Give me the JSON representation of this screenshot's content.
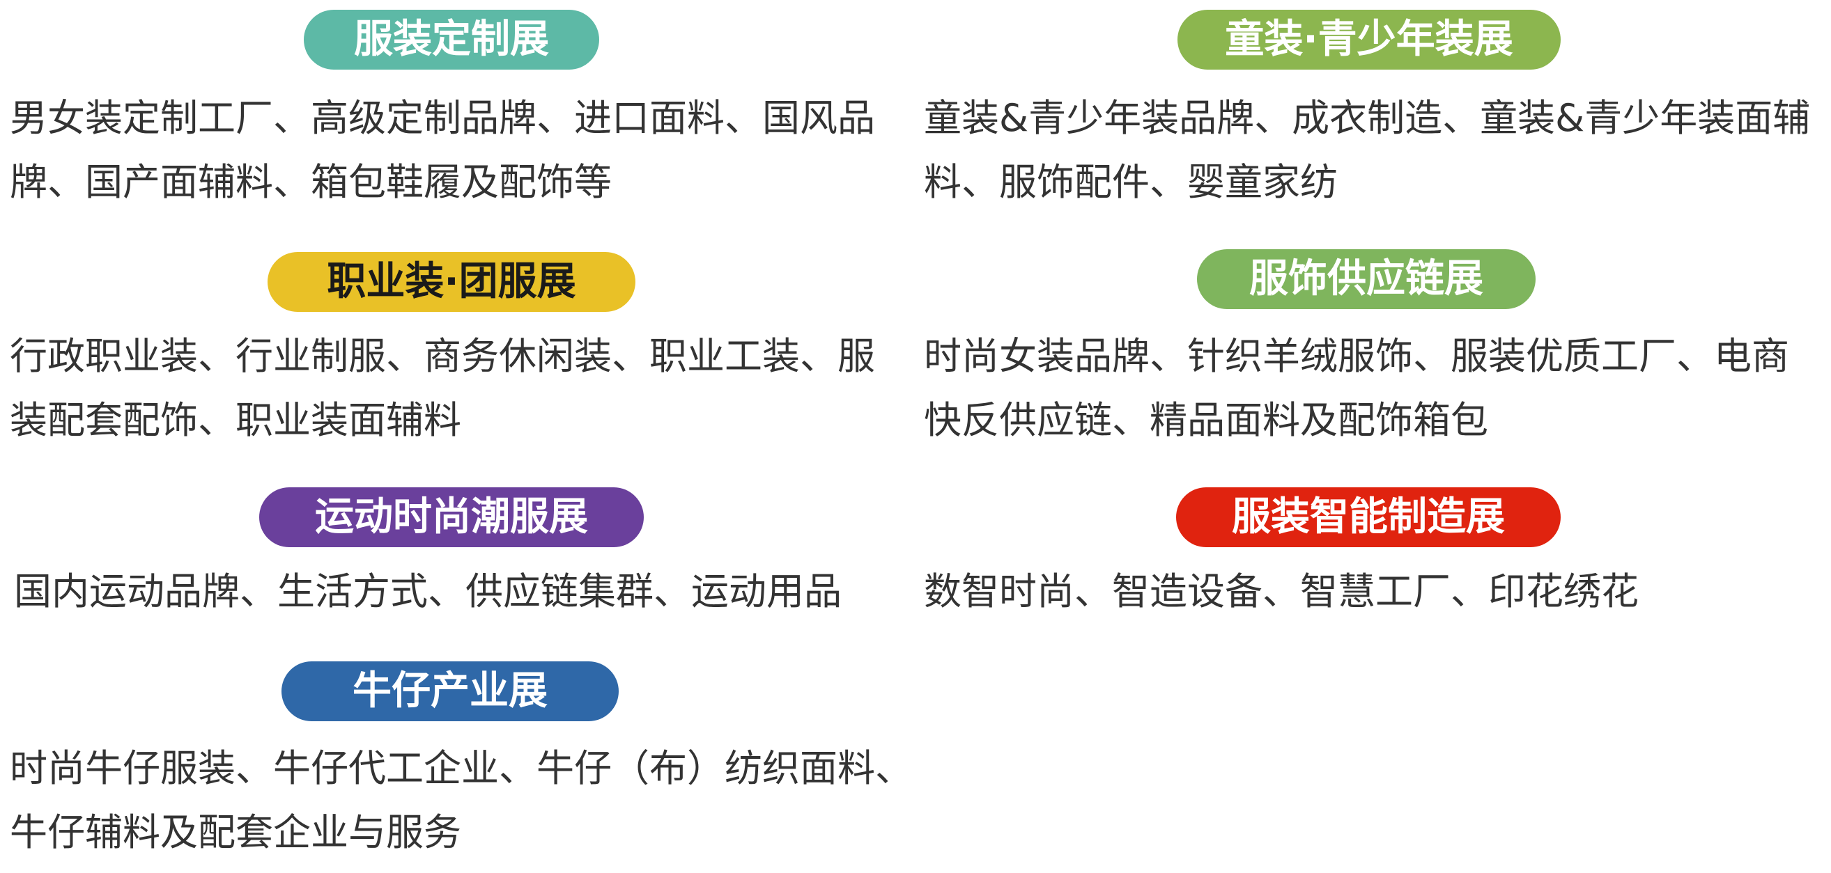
{
  "sections": [
    {
      "title": "服装定制展",
      "color": "#5db9a6",
      "description": "男女装定制工厂、高级定制品牌、进口面料、国风品牌、国产面辅料、箱包鞋履及配饰等"
    },
    {
      "title": "童装·青少年装展",
      "color": "#8cb64f",
      "description": "童装&青少年装品牌、成衣制造、童装&青少年装面辅料、服饰配件、婴童家纺"
    },
    {
      "title": "职业装·团服展",
      "color": "#e9c127",
      "description": "行政职业装、行业制服、商务休闲装、职业工装、服装配套配饰、职业装面辅料"
    },
    {
      "title": "服饰供应链展",
      "color": "#7fb55d",
      "description": "时尚女装品牌、针织羊绒服饰、服装优质工厂、电商快反供应链、精品面料及配饰箱包"
    },
    {
      "title": "运动时尚潮服展",
      "color": "#6a409c",
      "description": "国内运动品牌、生活方式、供应链集群、运动用品"
    },
    {
      "title": "服装智能制造展",
      "color": "#e0230f",
      "description": "数智时尚、智造设备、智慧工厂、印花绣花"
    },
    {
      "title": "牛仔产业展",
      "color": "#2f68a8",
      "description": "时尚牛仔服装、牛仔代工企业、牛仔（布）纺织面料、牛仔辅料及配套企业与服务"
    }
  ]
}
